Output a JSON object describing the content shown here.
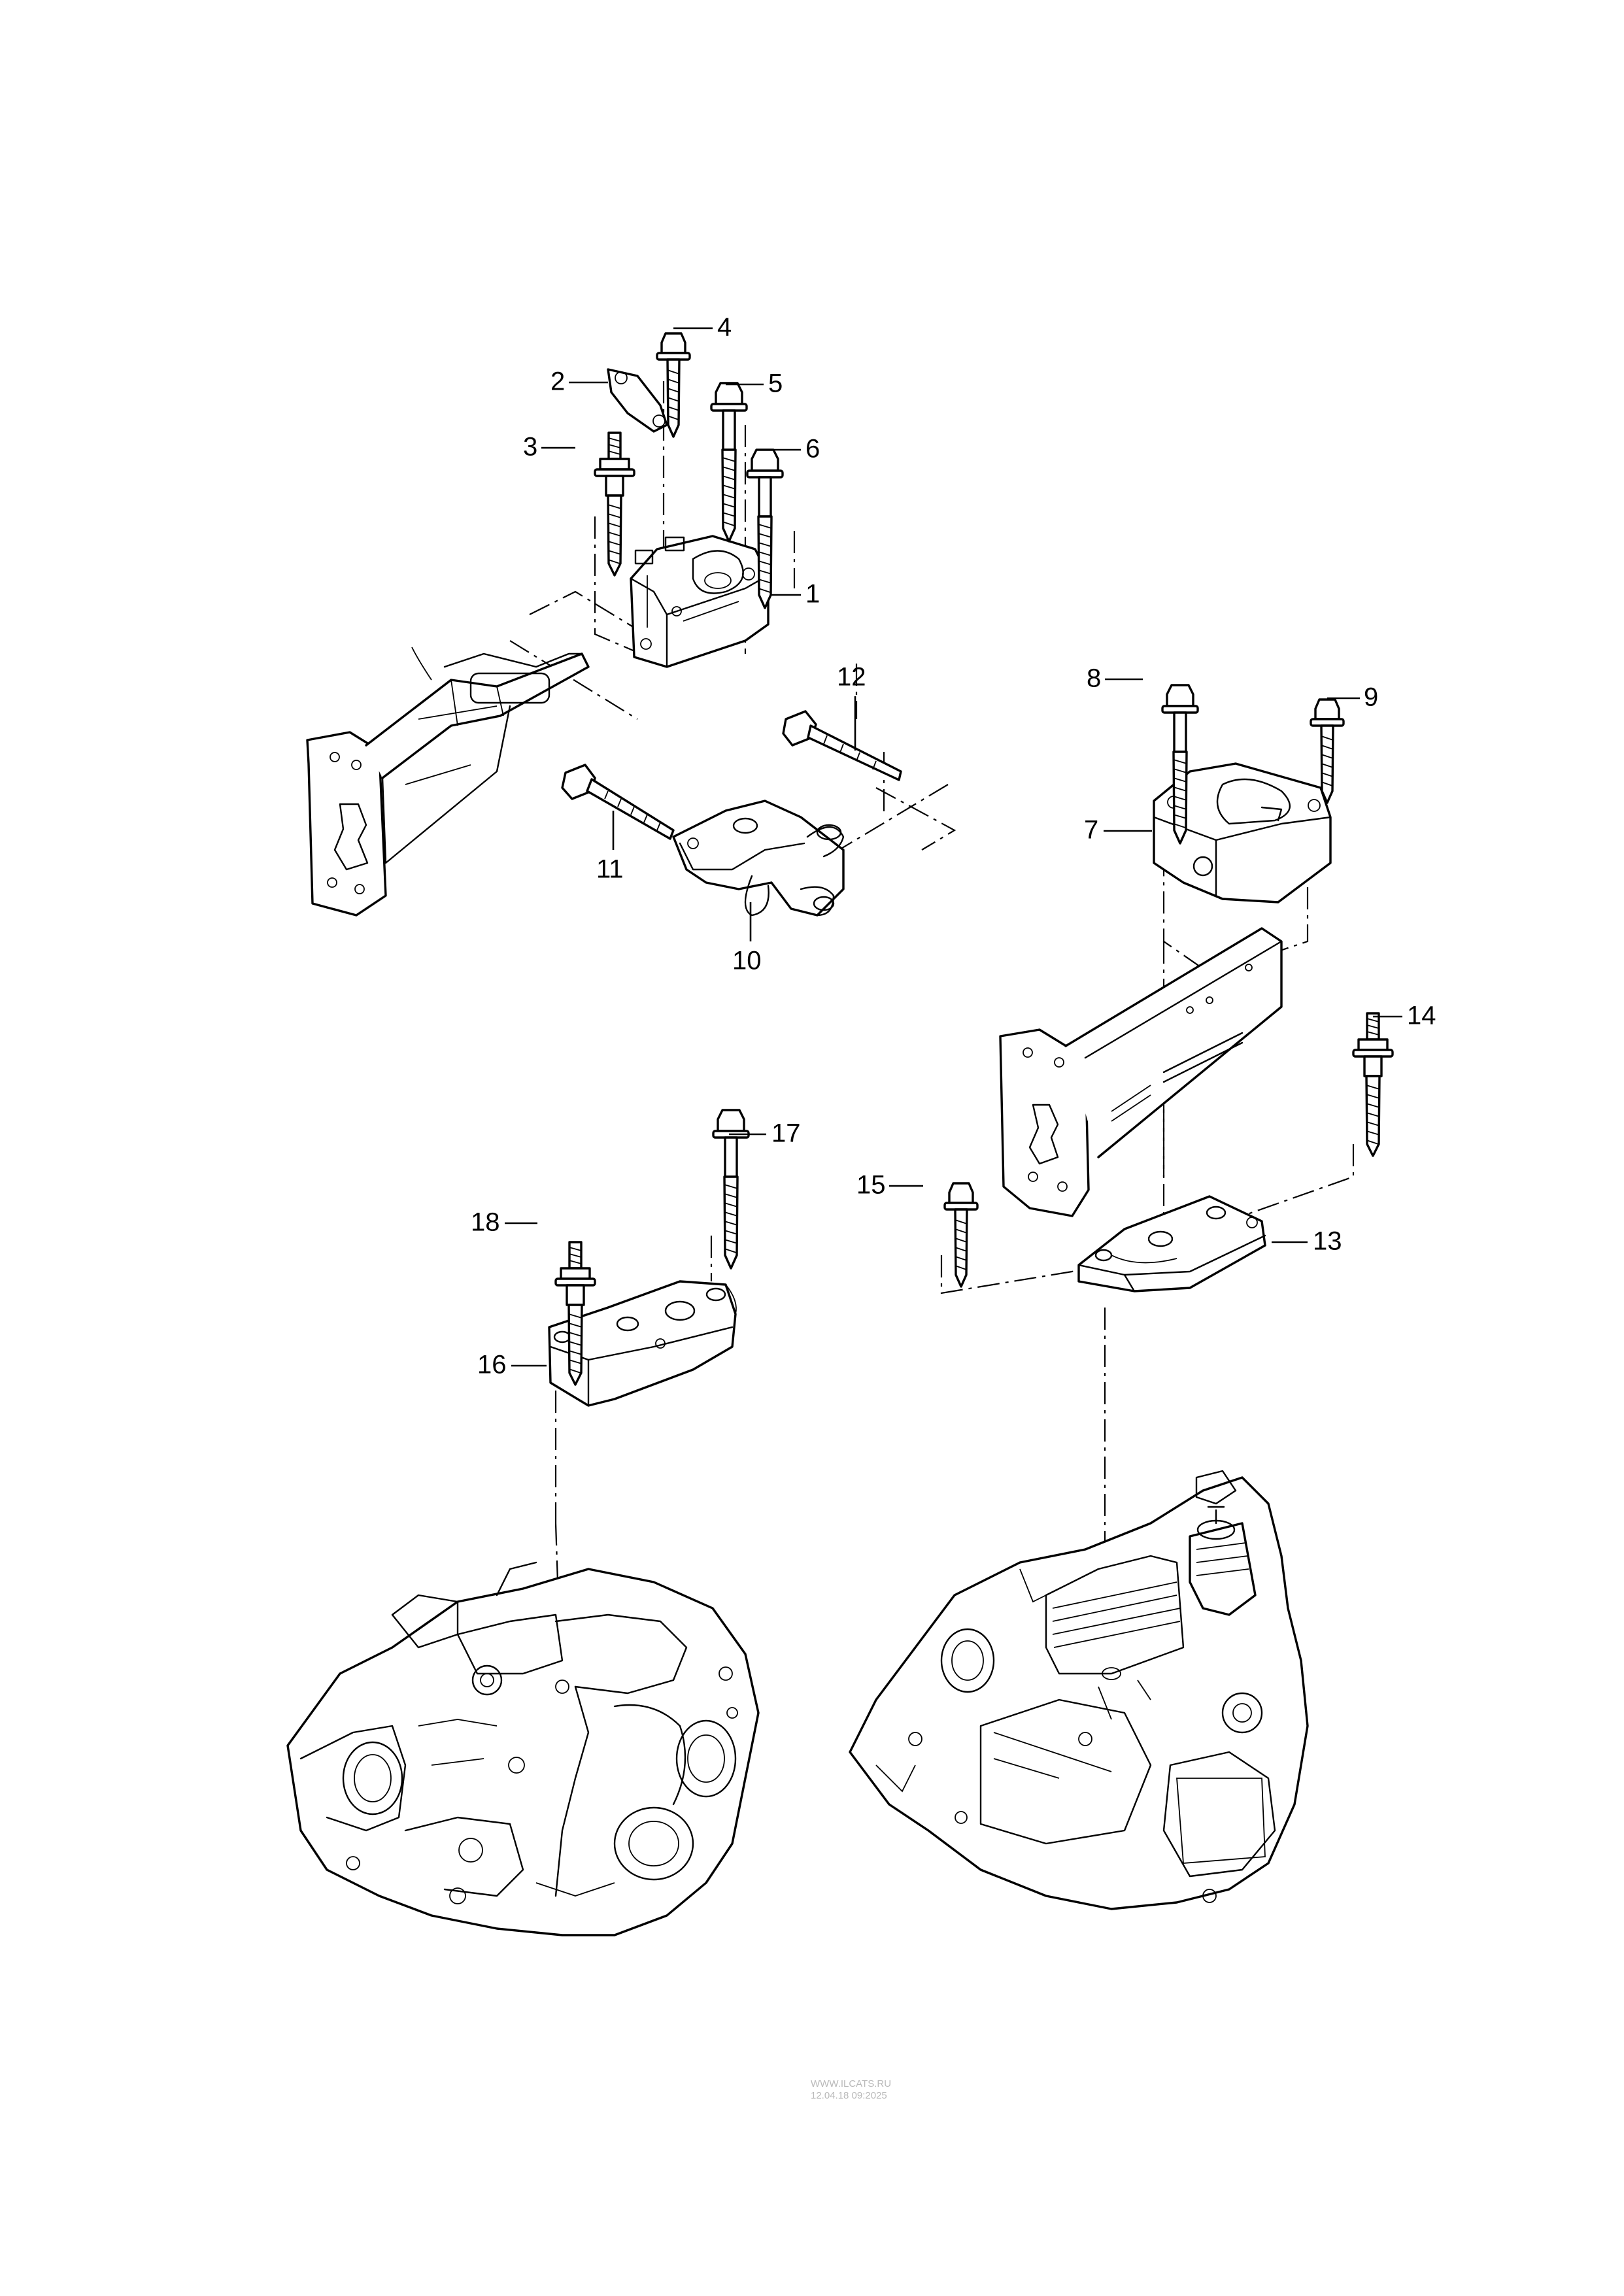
{
  "diagram": {
    "callouts": [
      {
        "id": "1",
        "label": "1"
      },
      {
        "id": "2",
        "label": "2"
      },
      {
        "id": "3",
        "label": "3"
      },
      {
        "id": "4",
        "label": "4"
      },
      {
        "id": "5",
        "label": "5"
      },
      {
        "id": "6",
        "label": "6"
      },
      {
        "id": "7",
        "label": "7"
      },
      {
        "id": "8",
        "label": "8"
      },
      {
        "id": "9",
        "label": "9"
      },
      {
        "id": "10",
        "label": "10"
      },
      {
        "id": "11",
        "label": "11"
      },
      {
        "id": "12",
        "label": "12"
      },
      {
        "id": "13",
        "label": "13"
      },
      {
        "id": "14",
        "label": "14"
      },
      {
        "id": "15",
        "label": "15"
      },
      {
        "id": "16",
        "label": "16"
      },
      {
        "id": "17",
        "label": "17"
      },
      {
        "id": "18",
        "label": "18"
      }
    ]
  },
  "watermark": {
    "line1": "WWW.ILCATS.RU",
    "line2": "12.04.18 09:2025"
  }
}
